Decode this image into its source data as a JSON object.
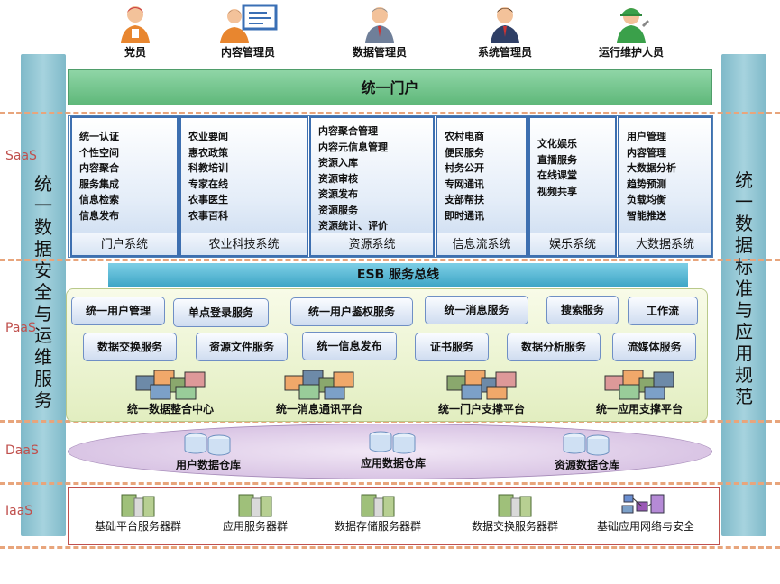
{
  "users": [
    {
      "label": "党员",
      "icon": "party-member-icon"
    },
    {
      "label": "内容管理员",
      "icon": "content-admin-icon"
    },
    {
      "label": "数据管理员",
      "icon": "data-admin-icon"
    },
    {
      "label": "系统管理员",
      "icon": "system-admin-icon"
    },
    {
      "label": "运行维护人员",
      "icon": "maintenance-staff-icon"
    }
  ],
  "layers": {
    "saas": "SaaS",
    "paas": "PaaS",
    "daas": "DaaS",
    "iaas": "IaaS"
  },
  "left_bar": [
    "统",
    "一",
    "数",
    "据",
    "安",
    "全",
    "与",
    "运",
    "维",
    "服",
    "务"
  ],
  "right_bar": [
    "统",
    "一",
    "数",
    "据",
    "标",
    "准",
    "与",
    "应",
    "用",
    "规",
    "范"
  ],
  "portal": "统一门户",
  "systems": [
    {
      "name": "门户系统",
      "items": [
        "统一认证",
        "个性空间",
        "内容聚合",
        "服务集成",
        "信息检索",
        "信息发布"
      ]
    },
    {
      "name": "农业科技系统",
      "items": [
        "农业要闻",
        "惠农政策",
        "科教培训",
        "专家在线",
        "农事医生",
        "农事百科"
      ]
    },
    {
      "name": "资源系统",
      "items": [
        "内容聚合管理",
        "内容元信息管理",
        "资源入库",
        "资源审核",
        "资源发布",
        "资源服务",
        "资源统计、评价"
      ]
    },
    {
      "name": "信息流系统",
      "items": [
        "农村电商",
        "便民服务",
        "村务公开",
        "专网通讯",
        "支部帮扶",
        "即时通讯"
      ]
    },
    {
      "name": "娱乐系统",
      "items": [
        "文化娱乐",
        "直播服务",
        "在线课堂",
        "视频共享"
      ]
    },
    {
      "name": "大数据系统",
      "items": [
        "用户管理",
        "内容管理",
        "大数据分析",
        "趋势预测",
        "负载均衡",
        "智能推送"
      ]
    }
  ],
  "esb": "ESB 服务总线",
  "services_row1": [
    "统一用户管理",
    "单点登录服务",
    "统一用户鉴权服务",
    "统一消息服务",
    "搜索服务",
    "工作流"
  ],
  "services_row2": [
    "数据交换服务",
    "资源文件服务",
    "统一信息发布",
    "证书服务",
    "数据分析服务",
    "流媒体服务"
  ],
  "platforms": [
    "统一数据整合中心",
    "统一消息通讯平台",
    "统一门户支撑平台",
    "统一应用支撑平台"
  ],
  "databases": [
    "用户数据仓库",
    "应用数据仓库",
    "资源数据仓库"
  ],
  "servers": [
    "基础平台服务器群",
    "应用服务器群",
    "数据存储服务器群",
    "数据交换服务器群",
    "基础应用网络与安全"
  ],
  "colors": {
    "portal": "#6fc28a",
    "esb": "#4fb3d1",
    "side_bar": "#8fc6d4",
    "layer_label": "#c0504d",
    "system_border": "#3d6fb0",
    "dash": "#e8a57c"
  }
}
